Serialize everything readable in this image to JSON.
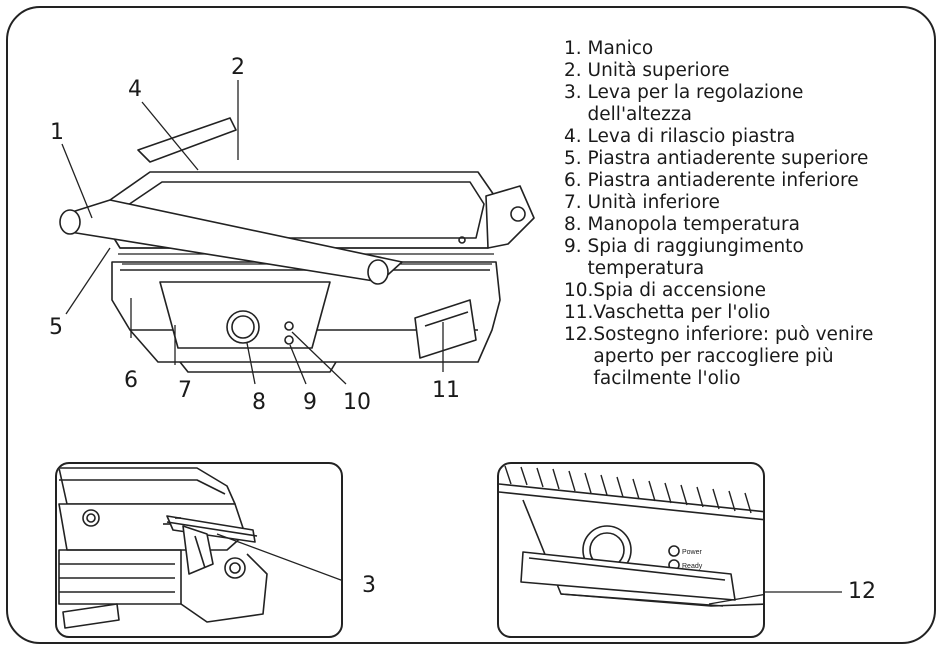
{
  "legend": [
    {
      "num": "1. ",
      "text": "Manico"
    },
    {
      "num": "2. ",
      "text": "Unità superiore"
    },
    {
      "num": "3. ",
      "text": "Leva per la regolazione\ndell'altezza"
    },
    {
      "num": "4. ",
      "text": "Leva di rilascio piastra"
    },
    {
      "num": "5. ",
      "text": "Piastra antiaderente superiore"
    },
    {
      "num": "6. ",
      "text": "Piastra antiaderente inferiore"
    },
    {
      "num": "7. ",
      "text": "Unità inferiore"
    },
    {
      "num": "8. ",
      "text": "Manopola temperatura"
    },
    {
      "num": "9. ",
      "text": "Spia di raggiungimento\ntemperatura"
    },
    {
      "num": "10.",
      "text": "Spia di accensione"
    },
    {
      "num": "11.",
      "text": "Vaschetta per l'olio"
    },
    {
      "num": "12.",
      "text": "Sostegno inferiore: può venire\naperto per raccogliere più\nfacilmente l'olio"
    }
  ],
  "callouts": {
    "c1": "1",
    "c2": "2",
    "c3": "3",
    "c4": "4",
    "c5": "5",
    "c6": "6",
    "c7": "7",
    "c8": "8",
    "c9": "9",
    "c10": "10",
    "c11": "11",
    "c12": "12"
  },
  "panel_labels": {
    "power": "Power",
    "ready": "Ready"
  }
}
